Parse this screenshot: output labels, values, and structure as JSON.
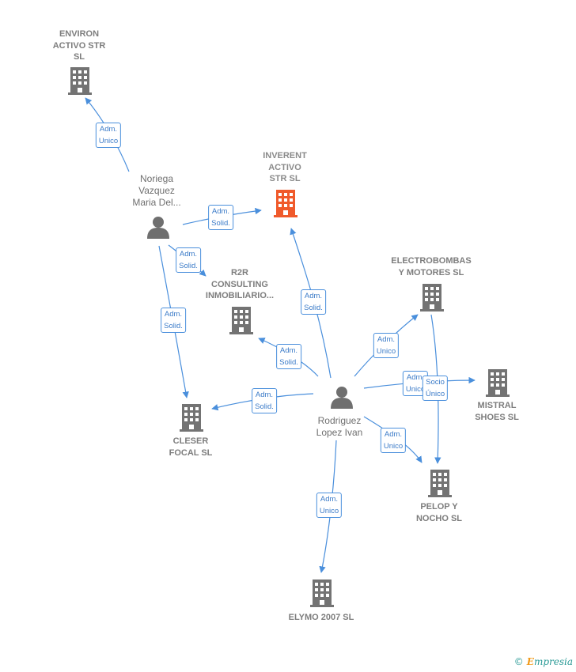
{
  "colors": {
    "edge": "#4a8fdc",
    "building": "#737373",
    "building_highlight": "#f05a2b",
    "person": "#6f6f6f"
  },
  "nodes": {
    "environ": {
      "lines": [
        "ENVIRON",
        "ACTIVO STR",
        "SL"
      ],
      "icon": "building-icon"
    },
    "inverent": {
      "lines": [
        "INVERENT",
        "ACTIVO",
        "STR  SL"
      ],
      "icon": "building-icon",
      "highlight": true
    },
    "r2r": {
      "lines": [
        "R2R",
        "CONSULTING",
        "INMOBILIARIO..."
      ],
      "icon": "building-icon"
    },
    "electro": {
      "lines": [
        "ELECTROBOMBAS",
        "Y MOTORES SL"
      ],
      "icon": "building-icon"
    },
    "mistral": {
      "lines": [
        "MISTRAL",
        "SHOES SL"
      ],
      "icon": "building-icon"
    },
    "cleser": {
      "lines": [
        "CLESER",
        "FOCAL  SL"
      ],
      "icon": "building-icon"
    },
    "pelop": {
      "lines": [
        "PELOP Y",
        "NOCHO SL"
      ],
      "icon": "building-icon"
    },
    "elymo": {
      "lines": [
        "ELYMO 2007 SL"
      ],
      "icon": "building-icon"
    },
    "noriega": {
      "lines": [
        "Noriega",
        "Vazquez",
        "Maria Del..."
      ],
      "icon": "person-icon"
    },
    "rodriguez": {
      "lines": [
        "Rodriguez",
        "Lopez Ivan"
      ],
      "icon": "person-icon"
    }
  },
  "edge_labels": {
    "e1": [
      "Adm.",
      "Unico"
    ],
    "e2": [
      "Adm.",
      "Solid."
    ],
    "e3": [
      "Adm.",
      "Solid."
    ],
    "e4": [
      "Adm.",
      "Solid."
    ],
    "e5": [
      "Adm.",
      "Solid."
    ],
    "e6": [
      "Adm.",
      "Solid."
    ],
    "e7": [
      "Adm.",
      "Solid."
    ],
    "e8": [
      "Adm.",
      "Unico"
    ],
    "e9": [
      "Adm.",
      "Unico"
    ],
    "e10": [
      "Socio",
      "Único"
    ],
    "e11": [
      "Adm.",
      "Unico"
    ],
    "e12": [
      "Adm.",
      "Unico"
    ]
  },
  "footer": {
    "symbol": "©",
    "brand_initial": "E",
    "brand_rest": "mpresia"
  }
}
